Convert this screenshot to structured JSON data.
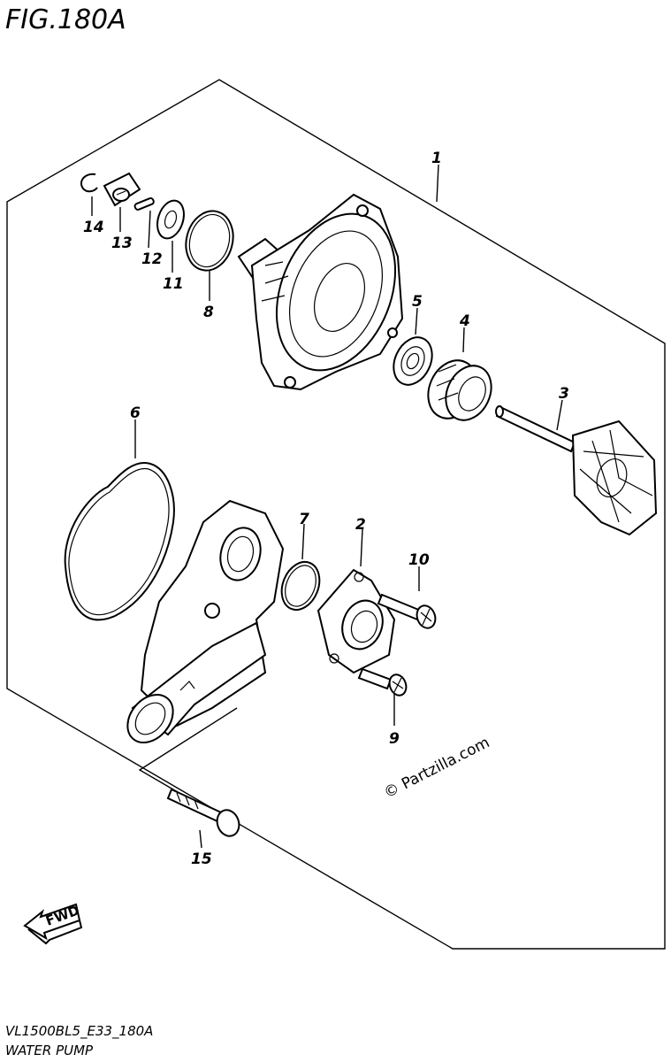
{
  "figure": {
    "title": "FIG.180A",
    "model_code": "VL1500BL5_E33_180A",
    "section_name": "WATER PUMP",
    "watermark": "© Partzilla.com",
    "fwd_label": "FWD"
  },
  "callouts": [
    {
      "id": "1",
      "label": "1"
    },
    {
      "id": "2",
      "label": "2"
    },
    {
      "id": "3",
      "label": "3"
    },
    {
      "id": "4",
      "label": "4"
    },
    {
      "id": "5",
      "label": "5"
    },
    {
      "id": "6",
      "label": "6"
    },
    {
      "id": "7",
      "label": "7"
    },
    {
      "id": "8",
      "label": "8"
    },
    {
      "id": "9",
      "label": "9"
    },
    {
      "id": "10",
      "label": "10"
    },
    {
      "id": "11",
      "label": "11"
    },
    {
      "id": "12",
      "label": "12"
    },
    {
      "id": "13",
      "label": "13"
    },
    {
      "id": "14",
      "label": "14"
    },
    {
      "id": "15",
      "label": "15"
    }
  ]
}
